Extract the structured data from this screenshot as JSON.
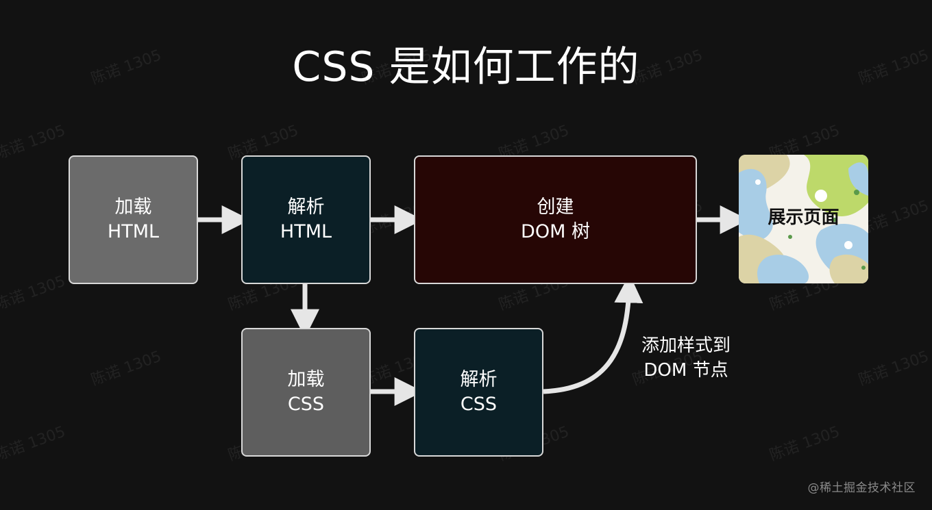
{
  "title": "CSS 是如何工作的",
  "nodes": {
    "load_html": {
      "line1": "加载",
      "line2": "HTML"
    },
    "parse_html": {
      "line1": "解析",
      "line2": "HTML"
    },
    "create_dom": {
      "line1": "创建",
      "line2": "DOM 树"
    },
    "display_page": {
      "label": "展示页面"
    },
    "load_css": {
      "line1": "加载",
      "line2": "CSS"
    },
    "parse_css": {
      "line1": "解析",
      "line2": "CSS"
    }
  },
  "edge_label": {
    "line1": "添加样式到",
    "line2": "DOM 节点"
  },
  "watermark": "陈诺 1305",
  "credit": "@稀土掘金技术社区",
  "colors": {
    "background": "#121212",
    "gray_box": "#6b6b6b",
    "teal_box": "#0b1f26",
    "maroon_box": "#260605",
    "arrow": "#e6e6e6"
  }
}
